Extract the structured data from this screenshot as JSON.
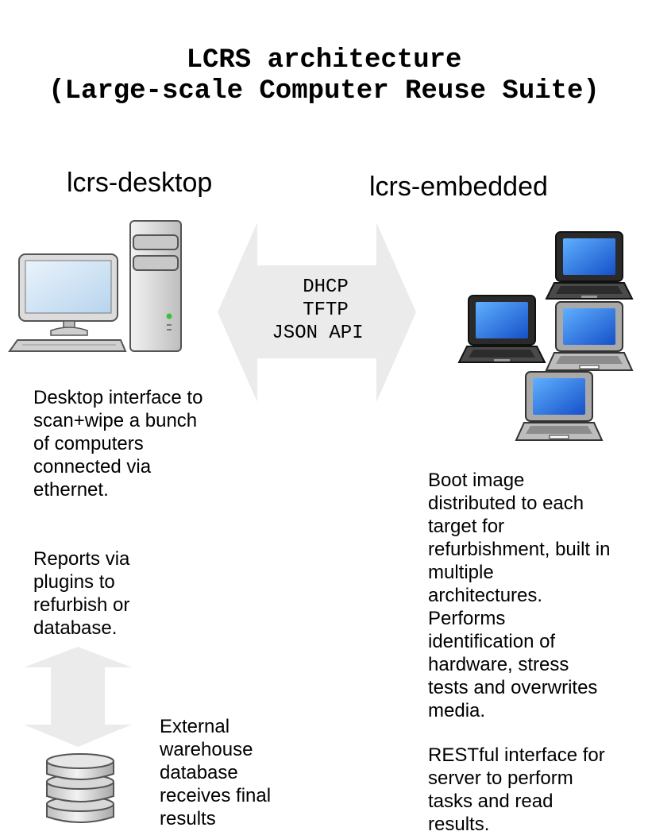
{
  "title": {
    "line1": "LCRS architecture",
    "line2": "(Large-scale Computer Reuse Suite)"
  },
  "desktop": {
    "heading": "lcrs-desktop",
    "icon": "desktop-computer-icon",
    "description": "Desktop interface to scan+wipe a bunch of computers connected via ethernet.",
    "reports": "Reports via plugins to refurbish or database."
  },
  "embedded": {
    "heading": "lcrs-embedded",
    "icon": "laptops-icon",
    "description": "Boot image distributed to each target for refurbishment, built in multiple architectures. Performs identification of hardware, stress tests and overwrites media.",
    "restful": "RESTful interface for server to perform tasks and read results."
  },
  "protocols": [
    "DHCP",
    "TFTP",
    "JSON API"
  ],
  "database": {
    "icon": "database-icon",
    "description": "External warehouse database receives final results"
  },
  "colors": {
    "arrow": "#ebebeb",
    "screen": "#1a6fe0",
    "laptop_body": "#8c8c8c",
    "tower": "#d9d9d9"
  }
}
